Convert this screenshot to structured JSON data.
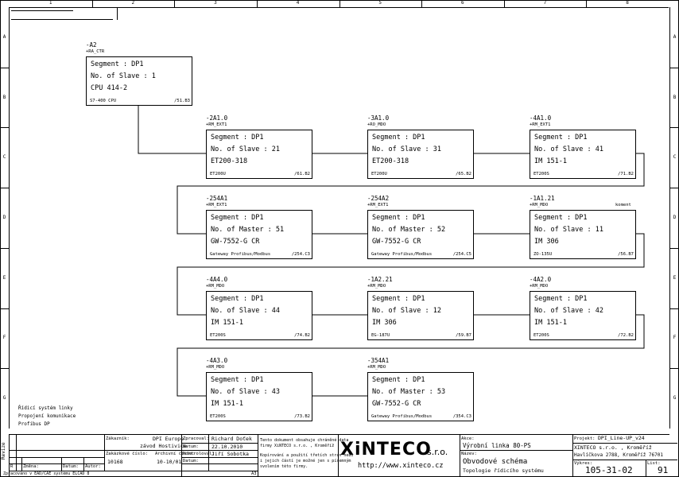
{
  "columns": [
    "1",
    "2",
    "3",
    "4",
    "5",
    "6",
    "7",
    "8"
  ],
  "rows": [
    "A",
    "B",
    "C",
    "D",
    "E",
    "F",
    "G"
  ],
  "nodes": [
    {
      "id": "-A2",
      "loc": "+RA_CTR",
      "l1": "Segment : DP1",
      "l2": "No. of Slave : 1",
      "l3": "CPU 414-2",
      "type": "S7-400 CPU",
      "ref": "/51.B3"
    },
    {
      "id": "-2A1.0",
      "loc": "+RM_EXT1",
      "l1": "Segment : DP1",
      "l2": "No. of Slave : 21",
      "l3": "ET200-318",
      "type": "ET200U",
      "ref": "/61.B2"
    },
    {
      "id": "-3A1.0",
      "loc": "+RO_MDO",
      "l1": "Segment : DP1",
      "l2": "No. of Slave : 31",
      "l3": "ET200-318",
      "type": "ET200U",
      "ref": "/65.B2"
    },
    {
      "id": "-4A1.0",
      "loc": "+RM_EXT1",
      "l1": "Segment : DP1",
      "l2": "No. of Slave : 41",
      "l3": "IM 151-1",
      "type": "ET200S",
      "ref": "/71.B2"
    },
    {
      "id": "-254A1",
      "loc": "+RM_EXT1",
      "l1": "Segment : DP1",
      "l2": "No. of Master : 51",
      "l3": "GW-7552-G CR",
      "type": "Gateway Profibus/Modbus",
      "ref": "/254.C3"
    },
    {
      "id": "-254A2",
      "loc": "+RM_EXT1",
      "l1": "Segment : DP1",
      "l2": "No. of Master : 52",
      "l3": "GW-7552-G CR",
      "type": "Gateway Profibus/Modbus",
      "ref": "/254.C5"
    },
    {
      "id": "-1A1.21",
      "loc": "+RM_MDO",
      "l1": "Segment : DP1",
      "l2": "No. of Slave : 11",
      "l3": "IM 306",
      "type": "ZO-135U",
      "ref": "/56.B7",
      "extra": "koment"
    },
    {
      "id": "-4A4.0",
      "loc": "+RM_MDO",
      "l1": "Segment : DP1",
      "l2": "No. of Slave : 44",
      "l3": "IM 151-1",
      "type": "ET200S",
      "ref": "/74.B2"
    },
    {
      "id": "-1A2.21",
      "loc": "+RM_MDO",
      "l1": "Segment : DP1",
      "l2": "No. of Slave : 12",
      "l3": "IM 306",
      "type": "EG-187U",
      "ref": "/59.B7"
    },
    {
      "id": "-4A2.0",
      "loc": "+RM_MDO",
      "l1": "Segment : DP1",
      "l2": "No. of Slave : 42",
      "l3": "IM 151-1",
      "type": "ET200S",
      "ref": "/72.B2"
    },
    {
      "id": "-4A3.0",
      "loc": "+RM_MDO",
      "l1": "Segment : DP1",
      "l2": "No. of Slave : 43",
      "l3": "IM 151-1",
      "type": "ET200S",
      "ref": "/73.B2"
    },
    {
      "id": "-354A1",
      "loc": "+RM_MDO",
      "l1": "Segment : DP1",
      "l2": "No. of Master : 53",
      "l3": "GW-7552-G CR",
      "type": "Gateway Profibus/Modbus",
      "ref": "/354.C3"
    }
  ],
  "notes": [
    "Řídicí systém linky",
    "Propojení komunikace",
    "Profibus DP"
  ],
  "title_block": {
    "revize": "Revize",
    "zakaznik_label": "Zákazník:",
    "zakaznik_1": "DPI Europe",
    "zakaznik_2": "závod Hostivice",
    "zpracoval_label": "Zpracoval:",
    "zpracoval": "Richard Doťek",
    "datum_label": "Datum:",
    "datum": "22.10.2010",
    "kontroloval_label": "Kontroloval:",
    "kontroloval": "Jiří Sobotka",
    "datum2_label": "Datum:",
    "zakazkove_label": "Zakázkové číslo:",
    "zakazkove": "10168",
    "archivni_label": "Archivní číslo:",
    "archivni": "10-10/01",
    "legal_1": "Tento dokument obsahuje chráněné data",
    "legal_2": "firmy XiNTECO s.r.o. , Kroměříž",
    "legal_3": "Kopírování a použití třetích stran nebo",
    "legal_4": "i jejich částí je možné jen s písemným",
    "legal_5": "svolením této firmy.",
    "rev_r": "R",
    "rev_zmena": "Změna:",
    "rev_datum": "Datum:",
    "rev_autor": "Autor:",
    "zpracovano": "Zpracováno v EAD/CAE systému ELCAD 8",
    "a3": "A3",
    "logo": "XiNTECO",
    "logo_sro": "s.r.o.",
    "url": "http://www.xinteco.cz",
    "akce_label": "Akce:",
    "akce": "Výrobní linka 80-PS",
    "nazev_label": "Název:",
    "nazev": "Obvodové schéma",
    "nazev_2": "Topologie řídicího systému",
    "projekt_label": "Projekt:",
    "projekt": "DPI_Line-UP_v24",
    "firma_1": "XINTECO s.r.o. , Kroměříž",
    "firma_2": "Havlíčkova 2788, Kroměříž 76701",
    "vykres_label": "Výkres:",
    "vykres": "105-31-02",
    "list_label": "List:",
    "list": "91"
  }
}
